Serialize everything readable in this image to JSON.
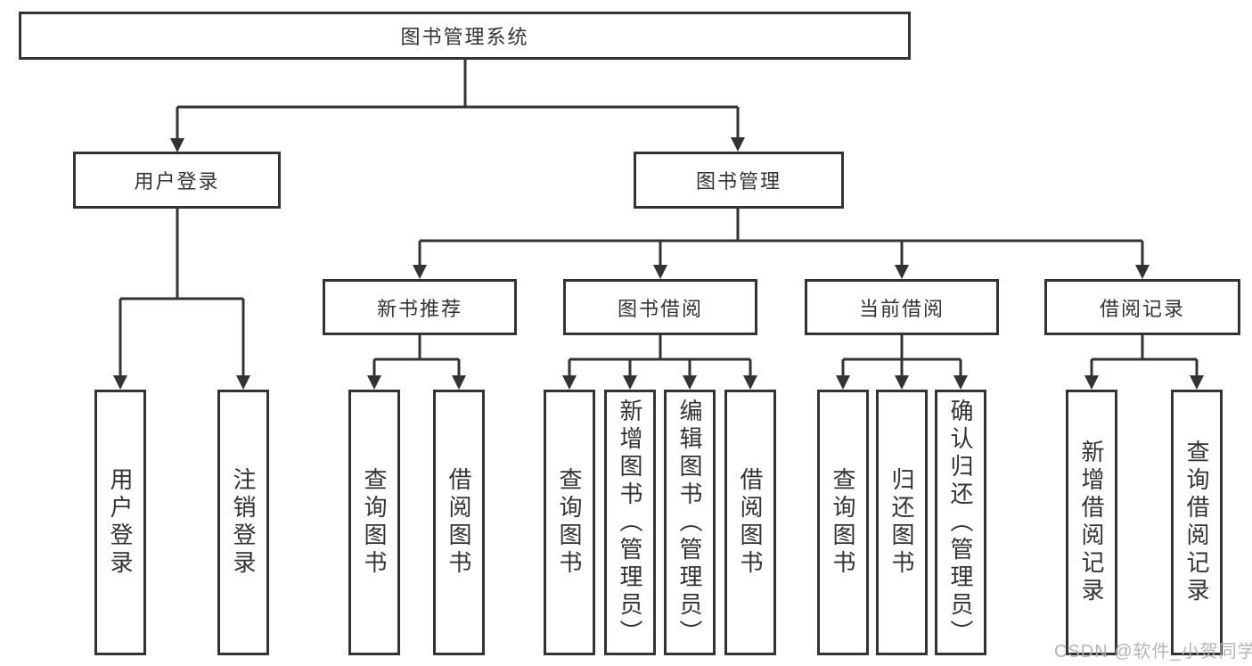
{
  "diagram": {
    "root": {
      "label": "图书管理系统"
    },
    "branches": [
      {
        "label": "用户登录",
        "leaves": [
          "用户登录",
          "注销登录"
        ]
      },
      {
        "label": "图书管理",
        "modules": [
          {
            "label": "新书推荐",
            "leaves": [
              "查询图书",
              "借阅图书"
            ]
          },
          {
            "label": "图书借阅",
            "leaves": [
              "查询图书",
              "新增图书（管理员）",
              "编辑图书（管理员）",
              "借阅图书"
            ]
          },
          {
            "label": "当前借阅",
            "leaves": [
              "查询图书",
              "归还图书",
              "确认归还（管理员）"
            ]
          },
          {
            "label": "借阅记录",
            "leaves": [
              "新增借阅记录",
              "查询借阅记录"
            ]
          }
        ]
      }
    ]
  },
  "watermark": "CSDN @软件_小贺同学",
  "colors": {
    "line": "#333333",
    "text": "#333333",
    "watermark": "#afafaf",
    "background": "#ffffff"
  }
}
